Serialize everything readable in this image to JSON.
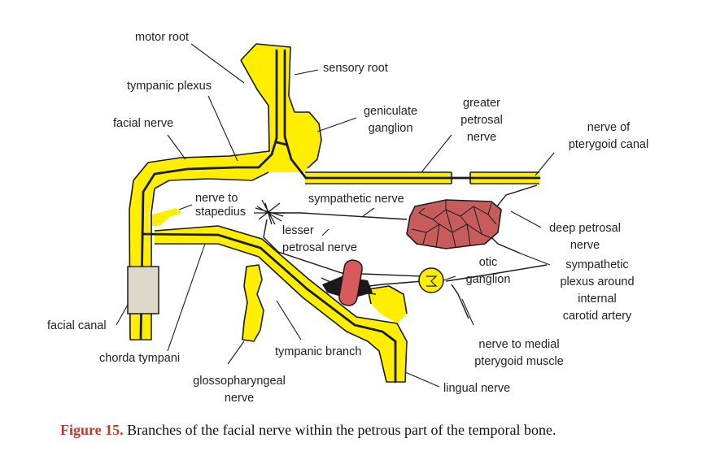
{
  "labels": {
    "motor_root": "motor root",
    "sensory_root": "sensory root",
    "tympanic_plexus": "tympanic plexus",
    "facial_nerve": "facial nerve",
    "geniculate_ganglion_1": "geniculate",
    "geniculate_ganglion_2": "ganglion",
    "greater_petrosal_1": "greater",
    "greater_petrosal_2": "petrosal",
    "greater_petrosal_3": "nerve",
    "nerve_pterygoid_1": "nerve of",
    "nerve_pterygoid_2": "pterygoid canal",
    "nerve_stapedius_1": "nerve to",
    "nerve_stapedius_2": "stapedius",
    "sympathetic_nerve": "sympathetic nerve",
    "lesser_petrosal_1": "lesser",
    "lesser_petrosal_2": "petrosal nerve",
    "deep_petrosal_1": "deep petrosal",
    "deep_petrosal_2": "nerve",
    "otic_ganglion_1": "otic",
    "otic_ganglion_2": "ganglion",
    "sympathetic_plexus_1": "sympathetic",
    "sympathetic_plexus_2": "plexus around",
    "sympathetic_plexus_3": "internal",
    "sympathetic_plexus_4": "carotid artery",
    "facial_canal": "facial canal",
    "chorda_tympani": "chorda tympani",
    "tympanic_branch": "tympanic branch",
    "nerve_medial_pterygoid_1": "nerve to medial",
    "nerve_medial_pterygoid_2": "pterygoid muscle",
    "glossopharyngeal_1": "glossopharyngeal",
    "glossopharyngeal_2": "nerve",
    "lingual_nerve": "lingual nerve"
  },
  "caption": {
    "label": "Figure 15.",
    "text": " Branches of the facial nerve within the petrous part of the temporal bone."
  },
  "colors": {
    "nerve_fill": "#ffee00",
    "outline": "#1a1a1a",
    "ganglion_fill": "#c75c5c",
    "artery_fill": "#d85a5a",
    "canal_band": "#ddd8c8",
    "caption_label": "#c0392b"
  }
}
